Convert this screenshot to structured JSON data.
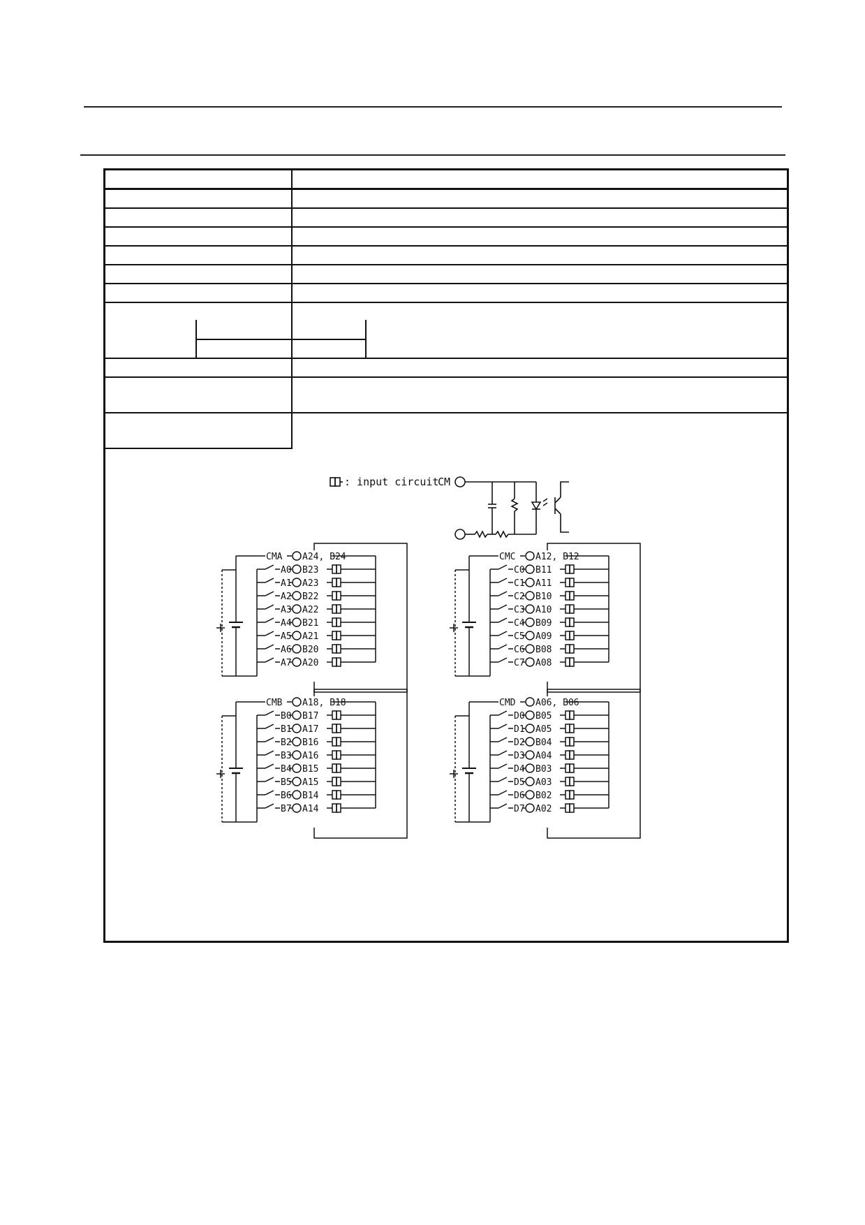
{
  "legend": {
    "label": ": input circuit",
    "cm_label": "CM"
  },
  "groups": [
    {
      "common": "CMA",
      "common_pins": "A24, B24",
      "channels": [
        {
          "name": "A0",
          "pin": "B23"
        },
        {
          "name": "A1",
          "pin": "A23"
        },
        {
          "name": "A2",
          "pin": "B22"
        },
        {
          "name": "A3",
          "pin": "A22"
        },
        {
          "name": "A4",
          "pin": "B21"
        },
        {
          "name": "A5",
          "pin": "A21"
        },
        {
          "name": "A6",
          "pin": "B20"
        },
        {
          "name": "A7",
          "pin": "A20"
        }
      ]
    },
    {
      "common": "CMC",
      "common_pins": "A12, B12",
      "channels": [
        {
          "name": "C0",
          "pin": "B11"
        },
        {
          "name": "C1",
          "pin": "A11"
        },
        {
          "name": "C2",
          "pin": "B10"
        },
        {
          "name": "C3",
          "pin": "A10"
        },
        {
          "name": "C4",
          "pin": "B09"
        },
        {
          "name": "C5",
          "pin": "A09"
        },
        {
          "name": "C6",
          "pin": "B08"
        },
        {
          "name": "C7",
          "pin": "A08"
        }
      ]
    },
    {
      "common": "CMB",
      "common_pins": "A18, B18",
      "channels": [
        {
          "name": "B0",
          "pin": "B17"
        },
        {
          "name": "B1",
          "pin": "A17"
        },
        {
          "name": "B2",
          "pin": "B16"
        },
        {
          "name": "B3",
          "pin": "A16"
        },
        {
          "name": "B4",
          "pin": "B15"
        },
        {
          "name": "B5",
          "pin": "A15"
        },
        {
          "name": "B6",
          "pin": "B14"
        },
        {
          "name": "B7",
          "pin": "A14"
        }
      ]
    },
    {
      "common": "CMD",
      "common_pins": "A06, B06",
      "channels": [
        {
          "name": "D0",
          "pin": "B05"
        },
        {
          "name": "D1",
          "pin": "A05"
        },
        {
          "name": "D2",
          "pin": "B04"
        },
        {
          "name": "D3",
          "pin": "A04"
        },
        {
          "name": "D4",
          "pin": "B03"
        },
        {
          "name": "D5",
          "pin": "A03"
        },
        {
          "name": "D6",
          "pin": "B02"
        },
        {
          "name": "D7",
          "pin": "A02"
        }
      ]
    }
  ]
}
